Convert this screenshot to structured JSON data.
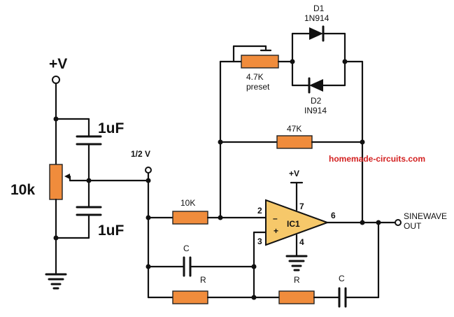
{
  "supply": {
    "plus_v": "+V",
    "plus_v_small": "+V"
  },
  "divider": {
    "pot": "10k",
    "cap_top": "1uF",
    "cap_bottom": "1uF",
    "half_v": "1/2 V"
  },
  "feedback": {
    "preset_value": "4.7K",
    "preset_word": "preset",
    "d1_name": "D1",
    "d1_part": "1N914",
    "d2_name": "D2",
    "d2_part": "IN914",
    "r_47k": "47K"
  },
  "input": {
    "r_10k": "10K"
  },
  "opamp": {
    "name": "IC1",
    "pin_inv": "2",
    "pin_noninv": "3",
    "pin_vplus": "7",
    "pin_gnd": "4",
    "pin_out": "6",
    "minus_sign": "–",
    "plus_sign": "+"
  },
  "rc_network": {
    "c_left": "C",
    "r_left": "R",
    "r_right": "R",
    "c_right": "C"
  },
  "output": {
    "line1": "SINEWAVE",
    "line2": "OUT"
  },
  "watermark": "homemade-circuits.com",
  "colors": {
    "resistor": "#f08c3c",
    "opamp": "#f6c86a",
    "watermark": "#d32020"
  }
}
